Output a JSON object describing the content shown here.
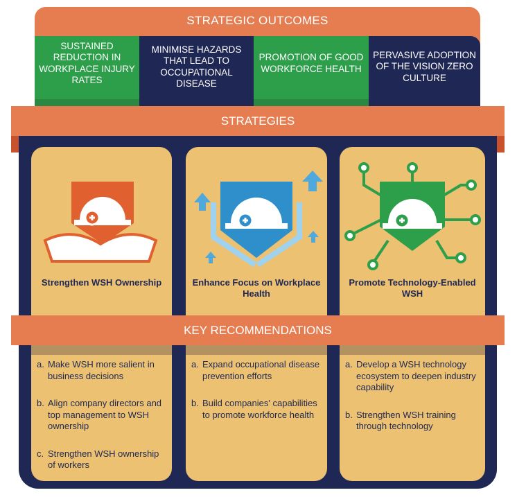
{
  "outcomes": {
    "title": "STRATEGIC OUTCOMES",
    "items": [
      "SUSTAINED REDUCTION IN WORKPLACE INJURY RATES",
      "MINIMISE HAZARDS THAT LEAD TO OCCUPATIONAL DISEASE",
      "PROMOTION OF GOOD WORKFORCE HEALTH",
      "PERVASIVE ADOPTION OF THE VISION ZERO CULTURE"
    ]
  },
  "strategies": {
    "title": "STRATEGIES",
    "items": [
      {
        "title": "Strengthen WSH Ownership",
        "icon": "helmet-hands-icon",
        "color": "#e0612f"
      },
      {
        "title": "Enhance Focus on Workplace Health",
        "icon": "helmet-arrows-icon",
        "color": "#2e8fcb"
      },
      {
        "title": "Promote Technology-Enabled WSH",
        "icon": "helmet-circuit-icon",
        "color": "#2d9e4a"
      }
    ]
  },
  "recommendations": {
    "title": "KEY RECOMMENDATIONS",
    "columns": [
      [
        {
          "letter": "a.",
          "text": "Make WSH more salient in business decisions"
        },
        {
          "letter": "b.",
          "text": "Align company directors and top management to WSH ownership"
        },
        {
          "letter": "c.",
          "text": "Strengthen WSH ownership of workers"
        }
      ],
      [
        {
          "letter": "a.",
          "text": "Expand occupational disease prevention efforts"
        },
        {
          "letter": "b.",
          "text": "Build companies' capabilities to promote workforce health"
        }
      ],
      [
        {
          "letter": "a.",
          "text": "Develop a WSH technology ecosystem to deepen industry capability"
        },
        {
          "letter": "b.",
          "text": "Strengthen WSH training through technology"
        }
      ]
    ]
  }
}
